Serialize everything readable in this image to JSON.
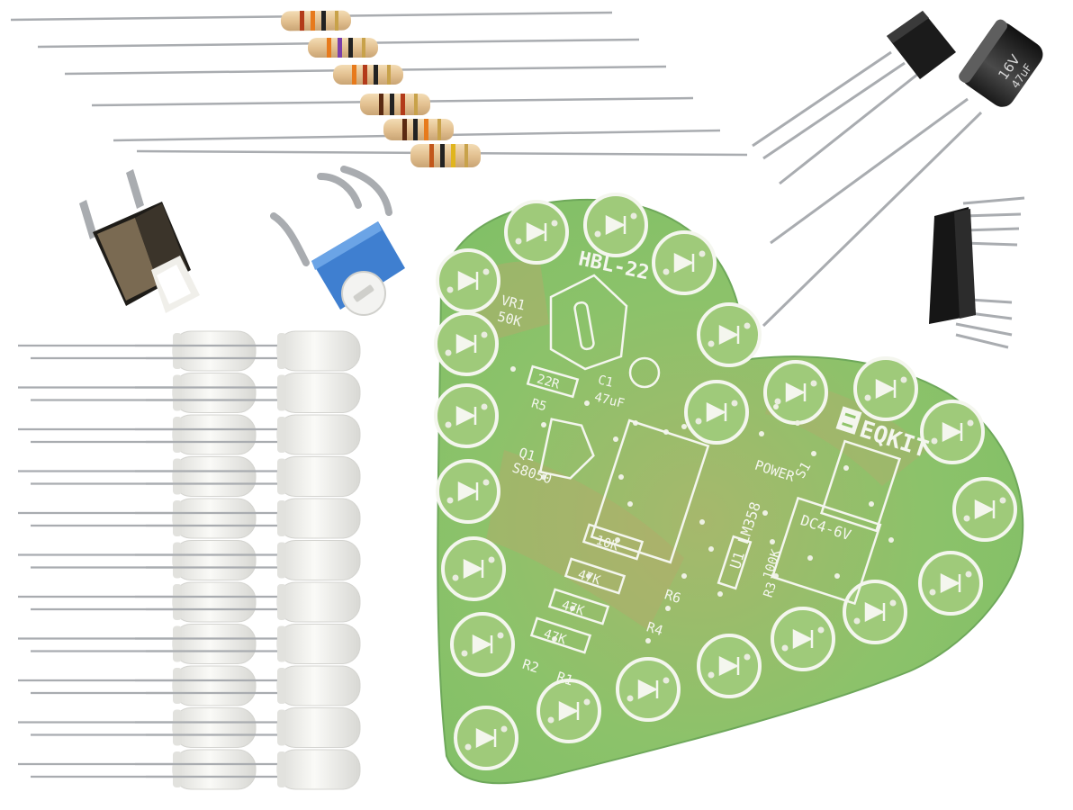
{
  "colors": {
    "background": "#ffffff",
    "pcb_green": "#8fc46a",
    "pcb_copper": "#b9a86a",
    "silkscreen": "#f4f6ee",
    "resistor_body": "#e6c79a",
    "led_body": "#f1f1ee",
    "trimmer_blue": "#3f7fd0",
    "lead_metal": "#a9acb0"
  },
  "pcb": {
    "model": "HBL-22",
    "brand": "EQKIT",
    "vr1": "VR1",
    "vr1_value": "50K",
    "c1": "C1",
    "c1_value": "47uF",
    "r5": "R5",
    "r5_value": "22R",
    "q1": "Q1",
    "q1_part": "S8050",
    "u1": "U1 LM358",
    "s1": "S1",
    "power": "POWER",
    "dc": "DC4-6V",
    "r6": "R6",
    "r6_value": "10K",
    "r4": "R4",
    "r4_value": "47K",
    "r3": "R3",
    "r3_value": "100K",
    "r1": "R1",
    "r2": "R2",
    "r2_value": "47K",
    "r1_value": "47K"
  },
  "capacitor": {
    "voltage": "16V",
    "capacitance": "47uF"
  },
  "components": {
    "resistor_count": 6,
    "led_count": 22,
    "led_rows_per_column": 11
  }
}
